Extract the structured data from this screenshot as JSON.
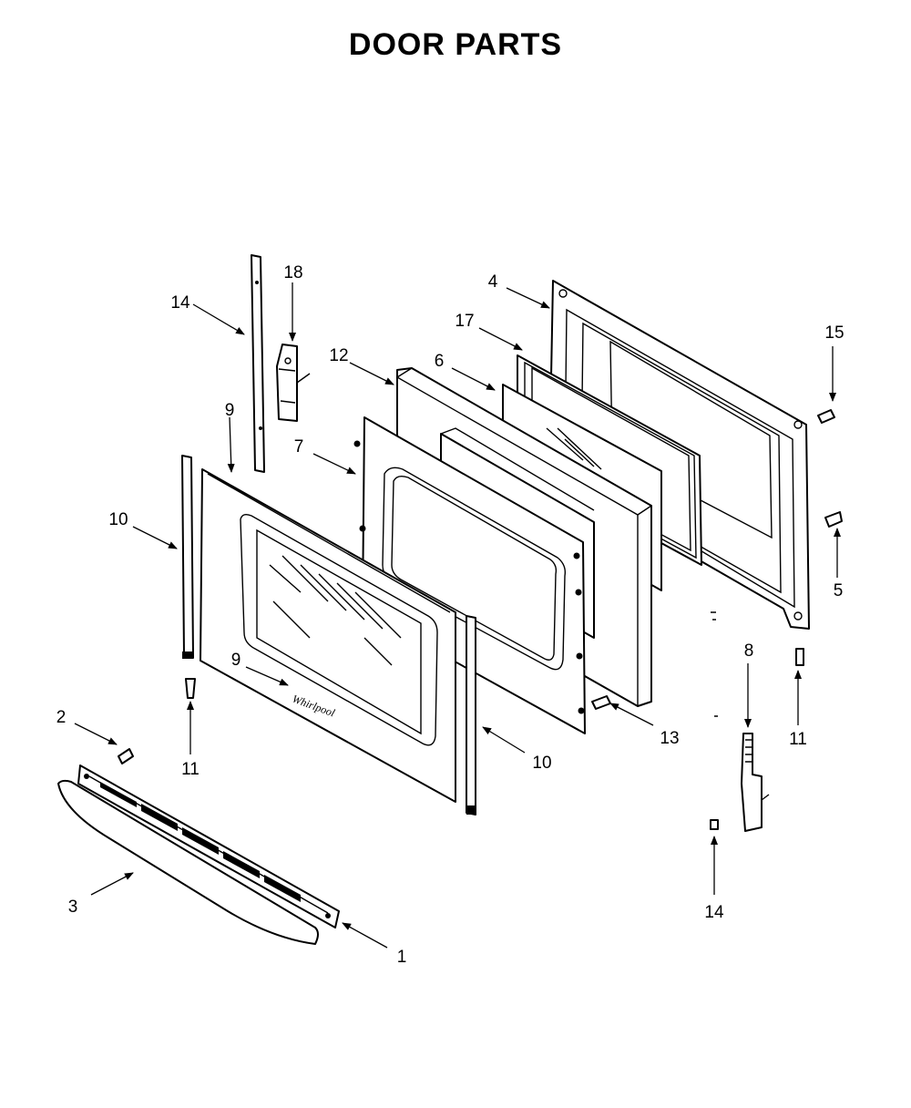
{
  "title": "DOOR PARTS",
  "callouts": {
    "c1": "1",
    "c2": "2",
    "c3": "3",
    "c4": "4",
    "c5": "5",
    "c6": "6",
    "c7": "7",
    "c8": "8",
    "c9a": "9",
    "c9b": "9",
    "c10a": "10",
    "c10b": "10",
    "c11a": "11",
    "c11b": "11",
    "c12": "12",
    "c13": "13",
    "c14a": "14",
    "c14b": "14",
    "c15": "15",
    "c17": "17",
    "c18": "18"
  },
  "brand_mark": "Whirlpool"
}
